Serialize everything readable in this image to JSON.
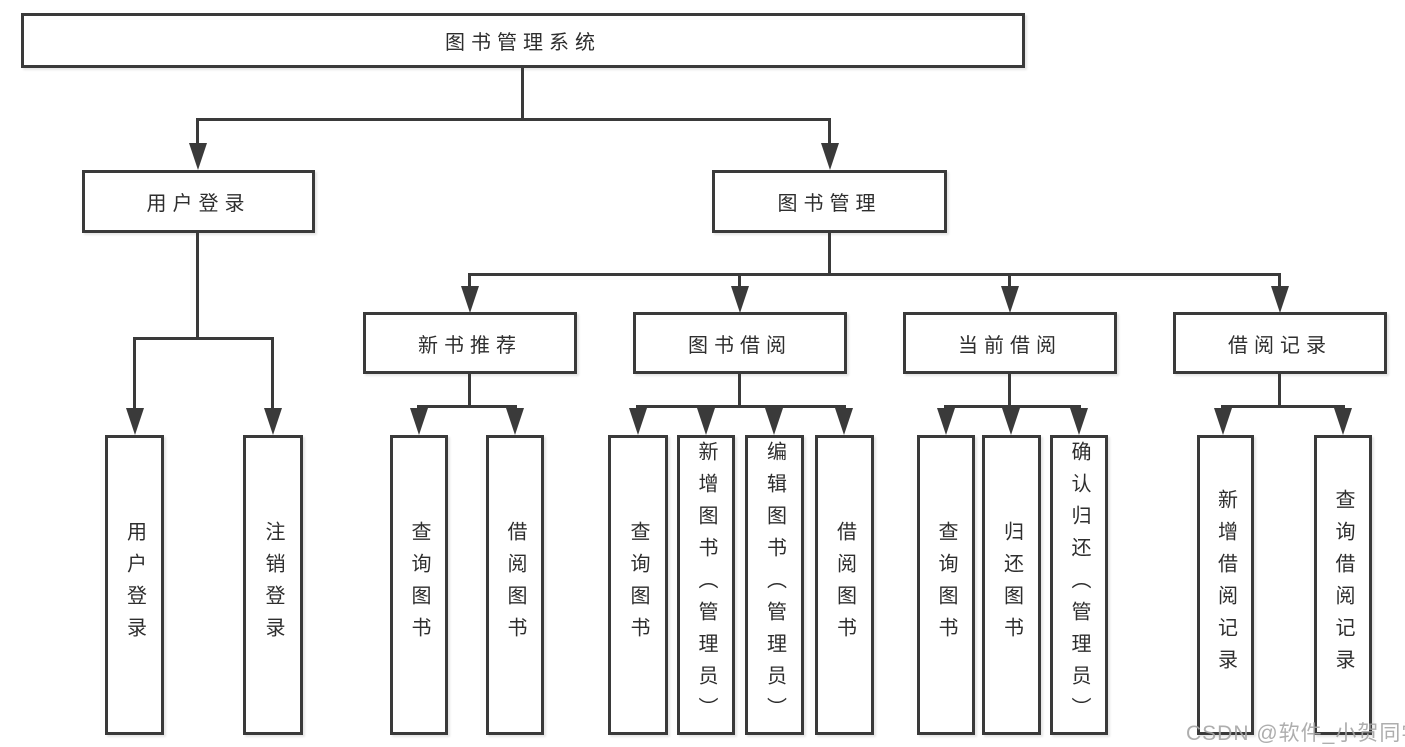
{
  "diagram": {
    "root": "图书管理系统",
    "level2": [
      "用户登录",
      "图书管理"
    ],
    "level3": [
      "新书推荐",
      "图书借阅",
      "当前借阅",
      "借阅记录"
    ],
    "leaves": {
      "login": [
        "用户登录",
        "注销登录"
      ],
      "recommend": [
        "查询图书",
        "借阅图书"
      ],
      "borrow": [
        "查询图书",
        "新增图书（管理员）",
        "编辑图书（管理员）",
        "借阅图书"
      ],
      "current": [
        "查询图书",
        "归还图书",
        "确认归还（管理员）"
      ],
      "records": [
        "新增借阅记录",
        "查询借阅记录"
      ]
    }
  },
  "watermark": "CSDN @软件_小贺同学",
  "colors": {
    "line": "#3a3a3a",
    "text": "#2e2e2e",
    "watermark": "#a5a5a5",
    "background": "#ffffff"
  }
}
